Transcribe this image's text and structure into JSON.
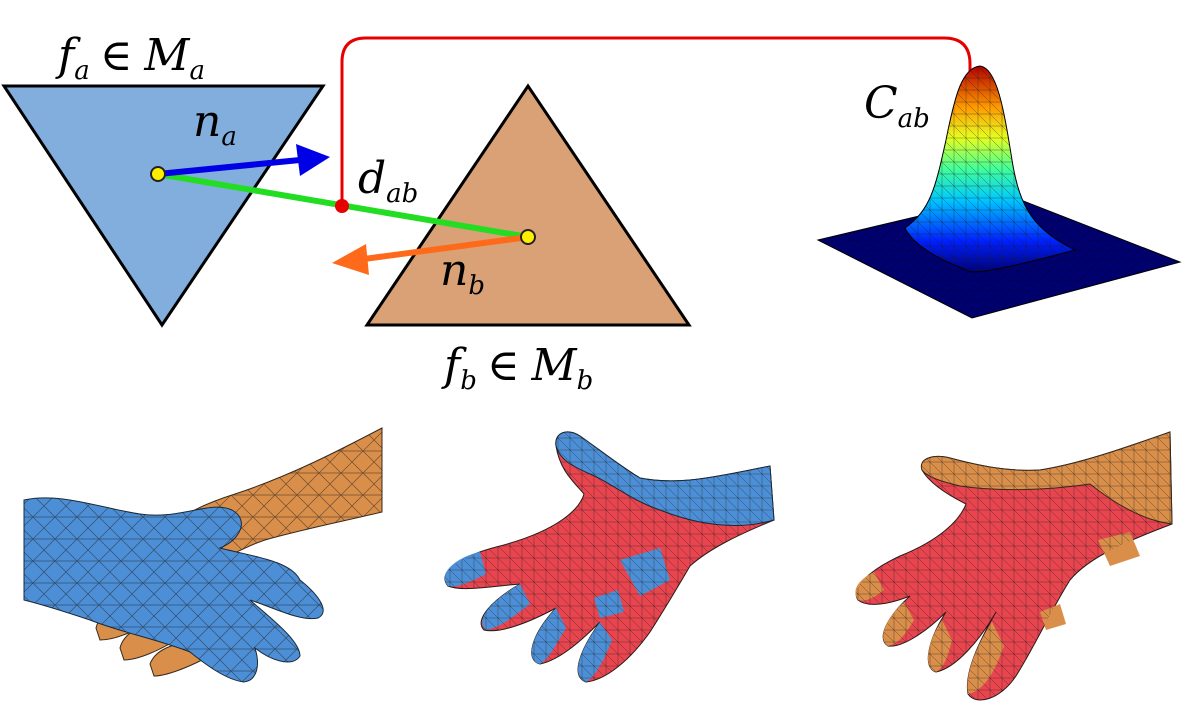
{
  "labels": {
    "fa": {
      "base": "f",
      "sub": "a",
      "rel": "∈",
      "set": "M",
      "set_sub": "a"
    },
    "fb": {
      "base": "f",
      "sub": "b",
      "rel": "∈",
      "set": "M",
      "set_sub": "b"
    },
    "na": {
      "base": "n",
      "sub": "a"
    },
    "nb": {
      "base": "n",
      "sub": "b"
    },
    "dab": {
      "base": "d",
      "sub": "ab"
    },
    "cab": {
      "base": "C",
      "sub": "ab"
    }
  },
  "colors": {
    "triangle_a": "#82aedd",
    "triangle_b": "#d9a175",
    "normal_a": "#0000e6",
    "normal_b": "#ff6a1a",
    "distance": "#22dd22",
    "link": "#e60000",
    "centroid": "#ffee00",
    "hand_blue": "#4d8fd6",
    "hand_orange": "#d98e4a",
    "contact_red": "#e8454f"
  },
  "icons": {
    "surface": "gaussian-surface-icon",
    "hands": [
      "hands-handshake-image",
      "hand-contact-blue-image",
      "hand-contact-orange-image"
    ]
  }
}
